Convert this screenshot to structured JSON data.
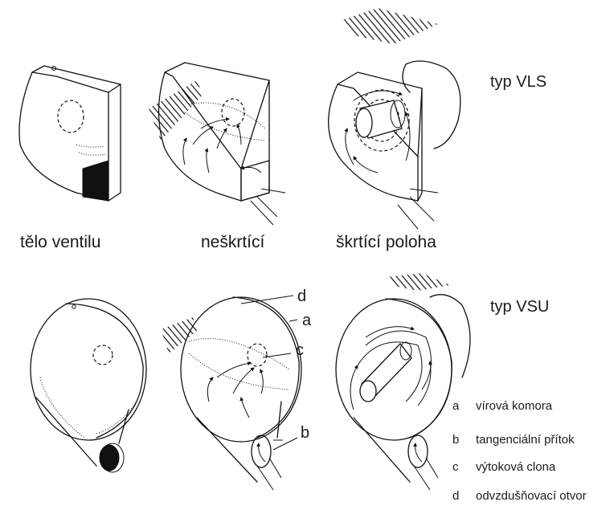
{
  "captions": {
    "body": "tělo ventilu",
    "non_throttling": "neškrtící",
    "throttling": "škrtící poloha"
  },
  "types": {
    "vls": "typ VLS",
    "vsu": "typ VSU"
  },
  "part_letters": {
    "a": "a",
    "b": "b",
    "c": "c",
    "d": "d"
  },
  "legend": [
    {
      "key": "a",
      "text": "vírová komora"
    },
    {
      "key": "b",
      "text": "tangenciální přítok"
    },
    {
      "key": "c",
      "text": "výtoková clona"
    },
    {
      "key": "d",
      "text": "odvzdušňovací otvor"
    }
  ]
}
